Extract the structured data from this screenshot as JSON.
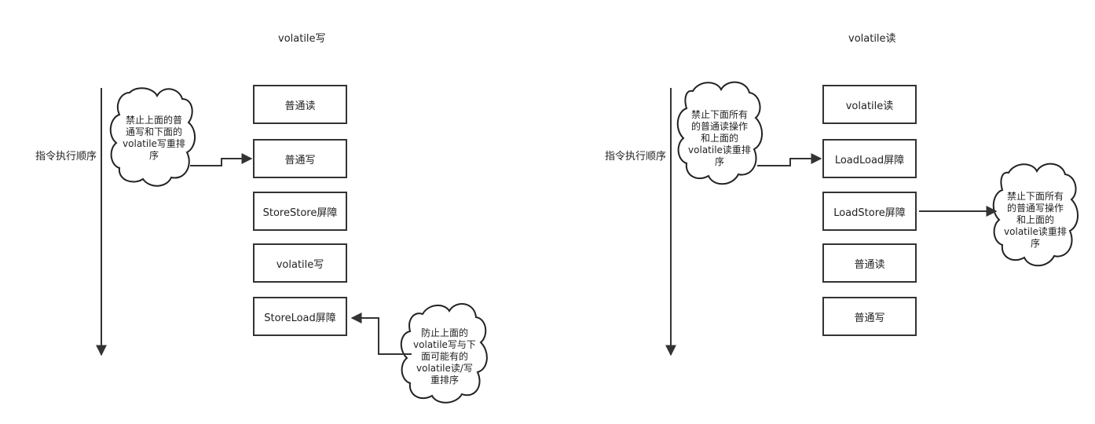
{
  "left": {
    "title": "volatile写",
    "order_label": "指令执行顺序",
    "boxes": [
      "普通读",
      "普通写",
      "StoreStore屏障",
      "volatile写",
      "StoreLoad屏障"
    ],
    "note_top": "禁止上面的普\n通写和下面的\nvolatile写重排\n序",
    "note_bottom": "防止上面的\nvolatile写与下\n面可能有的\nvolatile读/写\n重排序"
  },
  "right": {
    "title": "volatile读",
    "order_label": "指令执行顺序",
    "boxes": [
      "volatile读",
      "LoadLoad屏障",
      "LoadStore屏障",
      "普通读",
      "普通写"
    ],
    "note_top": "禁止下面所有\n的普通读操作\n和上面的\nvolatile读重排\n序",
    "note_side": "禁止下面所有\n的普通写操作\n和上面的\nvolatile读重排\n序"
  }
}
